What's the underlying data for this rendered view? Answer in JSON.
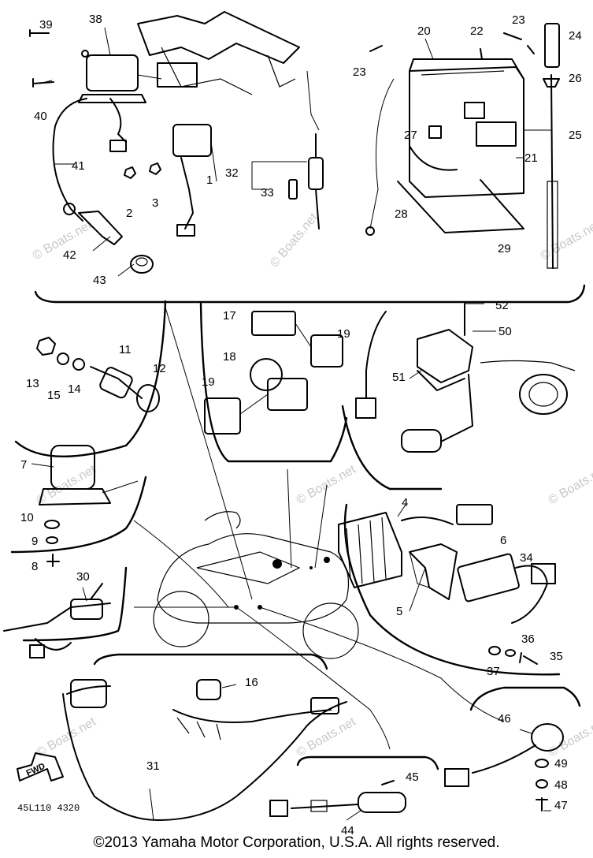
{
  "labels": {
    "p1": "1",
    "p2": "2",
    "p3": "3",
    "p4": "4",
    "p5": "5",
    "p6": "6",
    "p7": "7",
    "p8": "8",
    "p9": "9",
    "p10": "10",
    "p11": "11",
    "p12": "12",
    "p13": "13",
    "p14": "14",
    "p15": "15",
    "p16": "16",
    "p17": "17",
    "p18": "18",
    "p19a": "19",
    "p19b": "19",
    "p20": "20",
    "p21": "21",
    "p22": "22",
    "p23a": "23",
    "p23b": "23",
    "p24": "24",
    "p25": "25",
    "p26": "26",
    "p27": "27",
    "p28": "28",
    "p29": "29",
    "p30": "30",
    "p31": "31",
    "p32": "32",
    "p33": "33",
    "p34": "34",
    "p35": "35",
    "p36": "36",
    "p37": "37",
    "p38": "38",
    "p39": "39",
    "p40": "40",
    "p41": "41",
    "p42": "42",
    "p43": "43",
    "p44": "44",
    "p45": "45",
    "p46": "46",
    "p47": "47",
    "p48": "48",
    "p49": "49",
    "p50": "50",
    "p51": "51",
    "p52": "52"
  },
  "watermark": "© Boats.net",
  "arrow_text": "FWD",
  "diagram_code": "45L110 4320",
  "copyright": "©2013 Yamaha Motor Corporation, U.S.A. All rights reserved."
}
